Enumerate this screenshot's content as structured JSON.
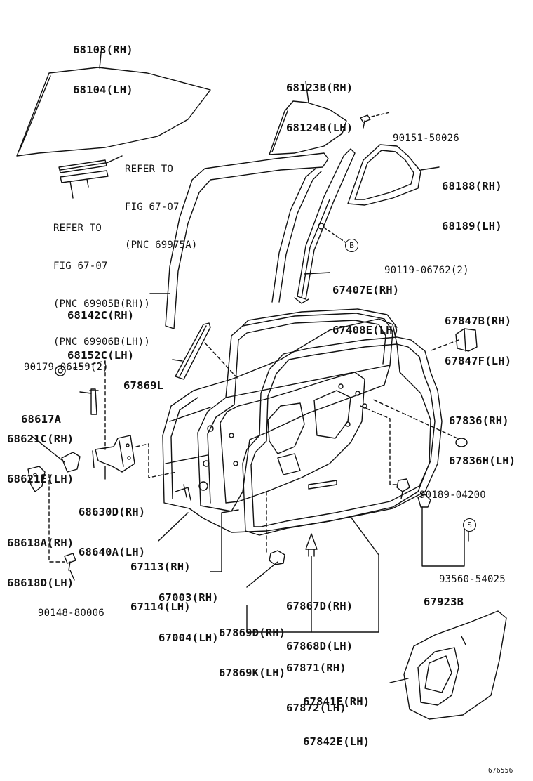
{
  "labels": {
    "glass": [
      "68103(RH)",
      "68104(LH)"
    ],
    "quarter_glass": [
      "68123B(RH)",
      "68124B(LH)"
    ],
    "screw_top": [
      "90151-50026"
    ],
    "refer_a": [
      "REFER TO",
      "FIG 67-07",
      "(PNC 69975A)"
    ],
    "refer_b": [
      "REFER TO",
      "FIG 67-07",
      "(PNC 69905B(RH))",
      "(PNC 69906B(LH))"
    ],
    "quarter_weatherstrip": [
      "68188(RH)",
      "68189(LH)"
    ],
    "bolt_b": [
      "90119-06762(2)"
    ],
    "division_bar": [
      "67407E(RH)",
      "67408E(LH)"
    ],
    "run_channel": [
      "68142C(RH)",
      "68152C(LH)"
    ],
    "bumper": [
      "67847B(RH)",
      "67847F(LH)"
    ],
    "nut": [
      "90179-06159(2)"
    ],
    "strip_67869l": [
      "67869L"
    ],
    "pin": [
      "68617A"
    ],
    "cover": [
      "68621C(RH)",
      "68621E(LH)"
    ],
    "hole_plug": [
      "67836(RH)",
      "67836H(LH)"
    ],
    "hinge": [
      "68630D(RH)",
      "68640A(LH)"
    ],
    "screw_90189": [
      "90189-04200"
    ],
    "bracket": [
      "68618A(RH)",
      "68618D(LH)"
    ],
    "weatherstrip_inner": [
      "67113(RH)",
      "67114(LH)"
    ],
    "seal_s": [
      "93560-54025"
    ],
    "door_panel": [
      "67003(RH)",
      "67004(LH)"
    ],
    "clip_67923b": [
      "67923B"
    ],
    "bolt_bottom": [
      "90148-80006"
    ],
    "clip_67867d": [
      "67867D(RH)",
      "67868D(LH)"
    ],
    "plug_67869d": [
      "67869D(RH)",
      "67869K(LH)"
    ],
    "weatherstrip": [
      "67871(RH)",
      "67872(LH)"
    ],
    "service_hole_cover": [
      "67841E(RH)",
      "67842E(LH)"
    ]
  },
  "markers": {
    "bolt_marker": "B",
    "seal_marker": "S"
  },
  "figure_id": "676556"
}
